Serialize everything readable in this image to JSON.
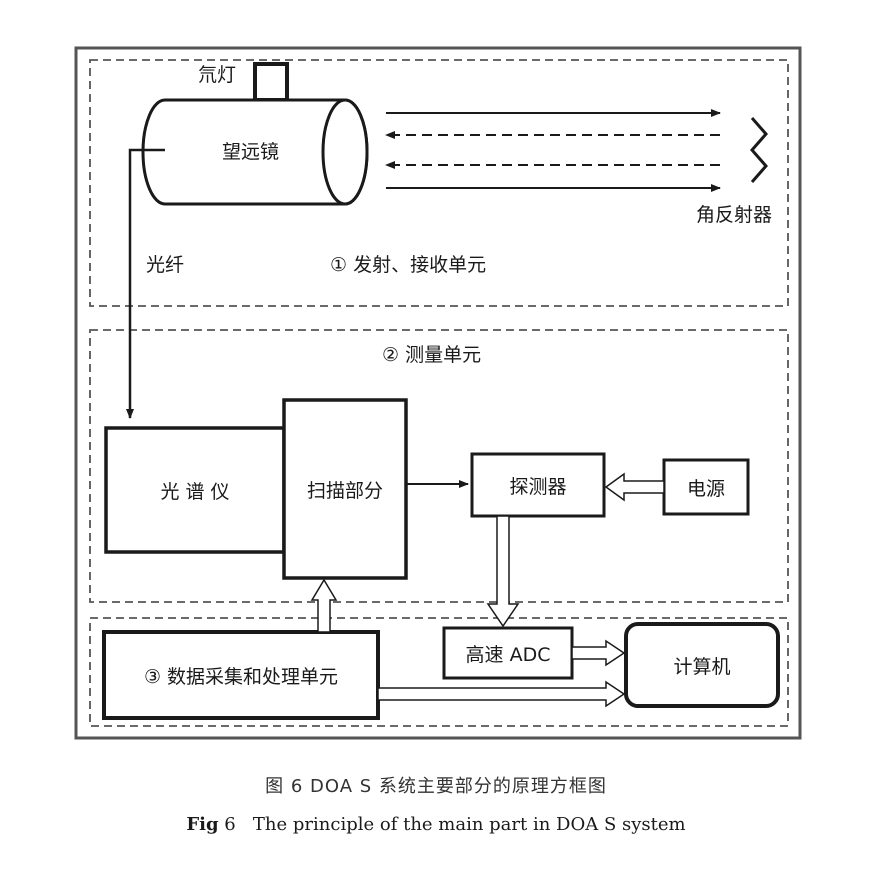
{
  "labels": {
    "lamp": "氘灯",
    "telescope": "望远镜",
    "retroreflector": "角反射器",
    "fiber": "光纤",
    "unit1": "① 发射、接收单元",
    "unit2": "② 测量单元",
    "spectrometer": "光 谱 仪",
    "scanner": "扫描部分",
    "detector": "探测器",
    "power": "电源",
    "adc": "高速 ADC",
    "computer": "计算机",
    "unit3": "③ 数据采集和处理单元"
  },
  "caption": {
    "cn": "图 6   DOA S 系统主要部分的原理方框图",
    "en_prefix": "Fig",
    "en_number": " 6   ",
    "en_text": "The principle of the main part in DOA S system"
  }
}
